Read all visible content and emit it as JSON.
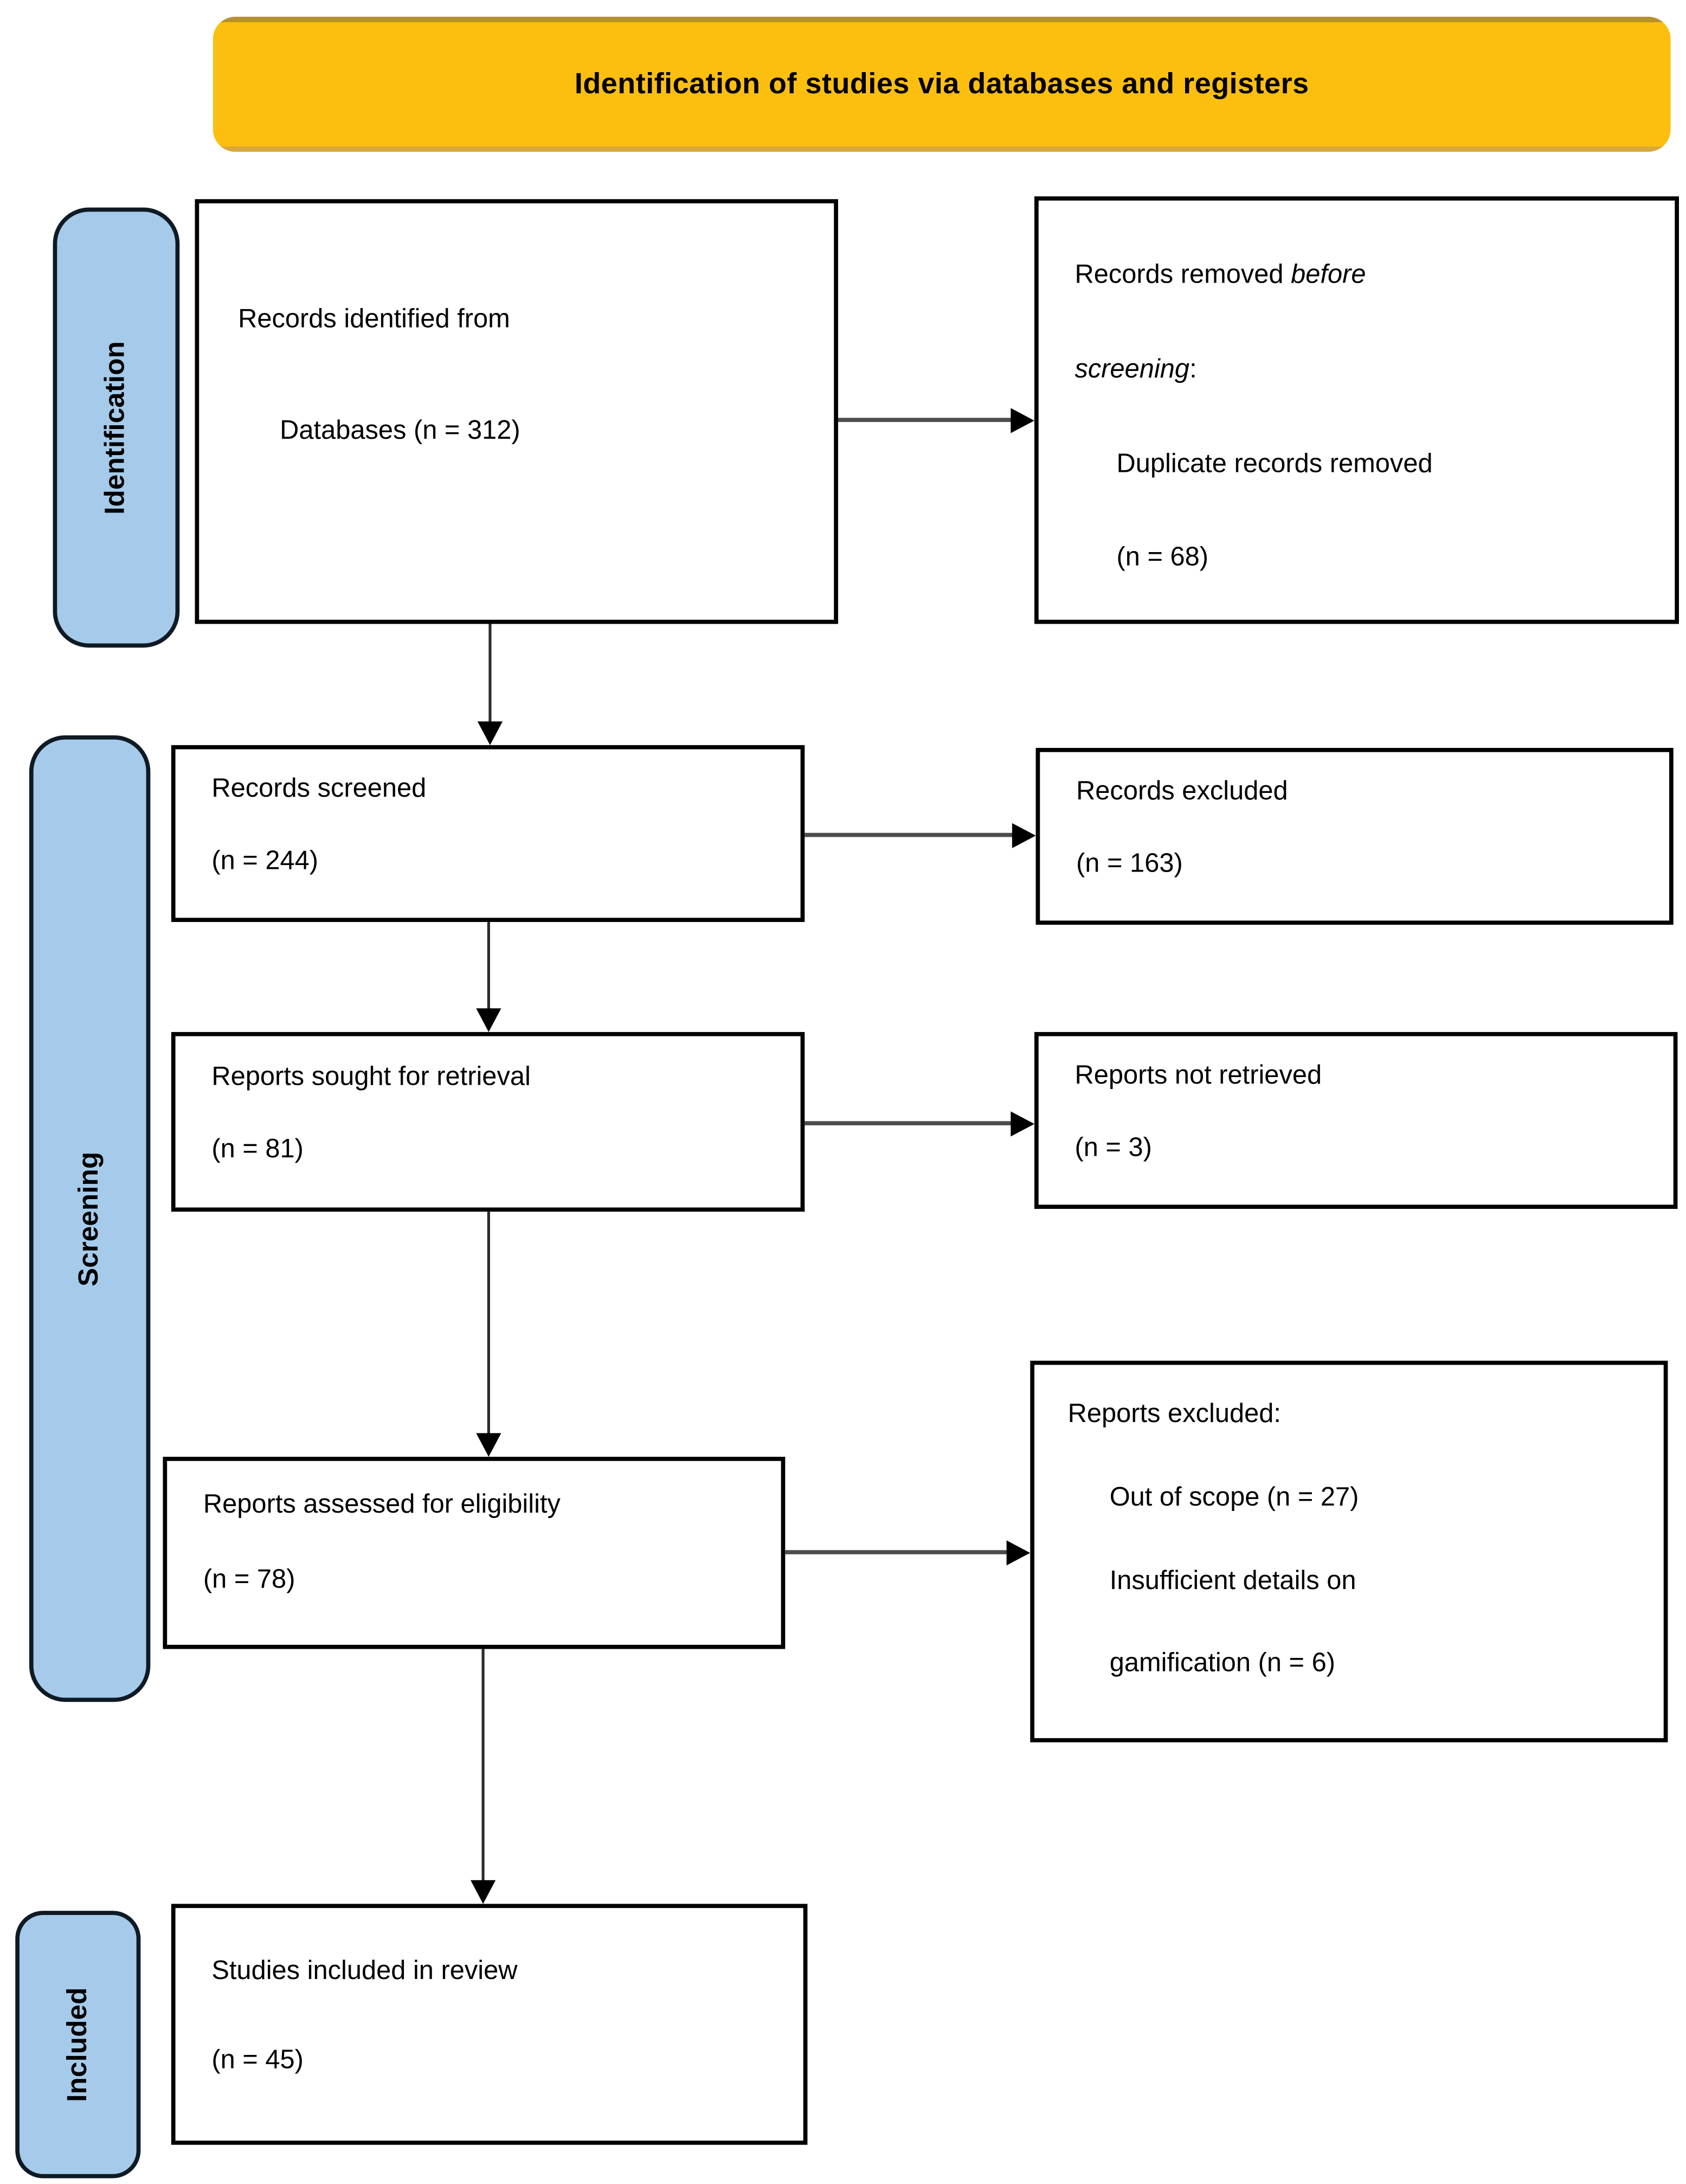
{
  "banner": {
    "title": "Identification of studies via databases and registers"
  },
  "stages": [
    {
      "label": "Identification"
    },
    {
      "label": "Screening"
    },
    {
      "label": "Included"
    }
  ],
  "boxes": {
    "identified": {
      "line1": "Records identified from",
      "line2": "Databases (n = 312)"
    },
    "removed": {
      "line1_normal": "Records removed ",
      "line1_italic": "before",
      "line2_italic": "screening",
      "line2_normal": ":",
      "line3": "Duplicate records removed",
      "line4": "(n = 68)"
    },
    "screened": {
      "line1": "Records screened",
      "line2": "(n = 244)"
    },
    "excluded": {
      "line1": "Records excluded",
      "line2": "(n = 163)"
    },
    "sought": {
      "line1": "Reports sought for retrieval",
      "line2": "(n = 81)"
    },
    "not_retrieved": {
      "line1": "Reports not retrieved",
      "line2": "(n = 3)"
    },
    "assessed": {
      "line1": "Reports assessed for eligibility",
      "line2": "(n = 78)"
    },
    "reports_excluded": {
      "line1": "Reports excluded:",
      "line2": "Out of scope (n = 27)",
      "line3": "Insufficient details on",
      "line4": "gamification (n = 6)"
    },
    "included": {
      "line1": "Studies included in review",
      "line2": "(n = 45)"
    }
  },
  "colors": {
    "banner_bg": "#FCBF10",
    "stage_bg": "#A6CBEA",
    "box_border": "#000000",
    "arrow": "#2B2B2B"
  }
}
